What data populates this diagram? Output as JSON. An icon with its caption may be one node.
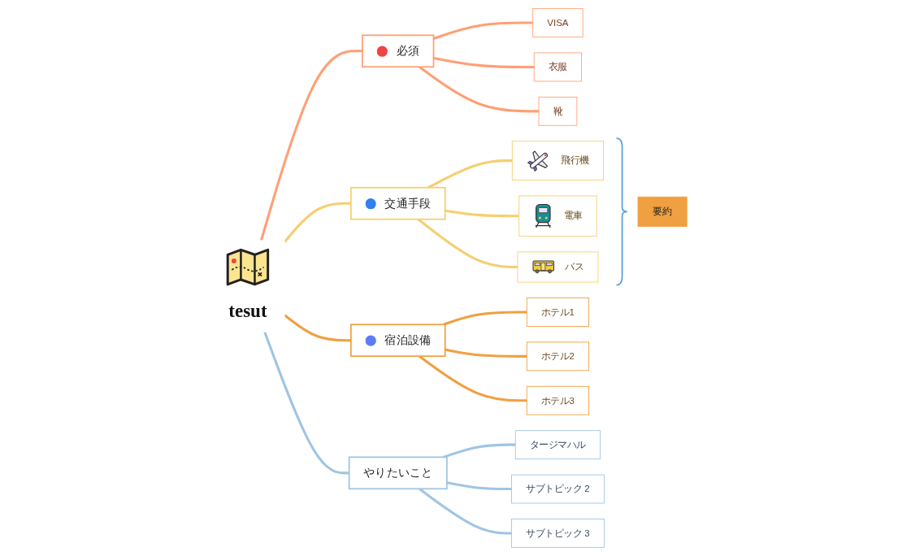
{
  "diagram": {
    "nodes": [
      {
        "text": [
          "tesut"
        ]
      },
      {
        "text": [
          "必須"
        ]
      },
      {
        "text": [
          "VISA"
        ]
      },
      {
        "text": [
          "衣服"
        ]
      },
      {
        "text": [
          "靴"
        ]
      },
      {
        "text": [
          "交通手段"
        ]
      },
      {
        "text": [
          "飛行機"
        ]
      },
      {
        "text": [
          "電車"
        ]
      },
      {
        "text": [
          "バス"
        ]
      },
      {
        "text": [
          "要約"
        ]
      },
      {
        "text": [
          "宿泊設備"
        ]
      },
      {
        "text": [
          "ホテル1"
        ]
      },
      {
        "text": [
          "ホテル2"
        ]
      },
      {
        "text": [
          "ホテル3"
        ]
      },
      {
        "text": [
          "やりたいこと"
        ]
      },
      {
        "text": [
          "タージマハル"
        ]
      },
      {
        "text": [
          "サブトピック 2"
        ]
      },
      {
        "text": [
          "サブトピック 3"
        ]
      }
    ],
    "edges": [
      {
        "from": 0,
        "to": 1,
        "arrow": "none",
        "color": "#ff9f74"
      },
      {
        "from": 1,
        "to": 2,
        "arrow": "none",
        "color": "#ff9f74"
      },
      {
        "from": 1,
        "to": 3,
        "arrow": "none",
        "color": "#ff9f74"
      },
      {
        "from": 1,
        "to": 4,
        "arrow": "none",
        "color": "#ff9f74"
      },
      {
        "from": 0,
        "to": 5,
        "arrow": "none",
        "color": "#f5cf70"
      },
      {
        "from": 5,
        "to": 6,
        "arrow": "none",
        "color": "#f5cf70"
      },
      {
        "from": 5,
        "to": 7,
        "arrow": "none",
        "color": "#f5cf70"
      },
      {
        "from": 5,
        "to": 8,
        "arrow": "none",
        "color": "#f5cf70"
      },
      {
        "from": 0,
        "to": 10,
        "arrow": "none",
        "color": "#f0a040"
      },
      {
        "from": 10,
        "to": 11,
        "arrow": "none",
        "color": "#f0a040"
      },
      {
        "from": 10,
        "to": 12,
        "arrow": "none",
        "color": "#f0a040"
      },
      {
        "from": 10,
        "to": 13,
        "arrow": "none",
        "color": "#f0a040"
      },
      {
        "from": 0,
        "to": 14,
        "arrow": "none",
        "color": "#a0c4e4"
      },
      {
        "from": 14,
        "to": 15,
        "arrow": "none",
        "color": "#a0c4e4"
      },
      {
        "from": 14,
        "to": 16,
        "arrow": "none",
        "color": "#a0c4e4"
      },
      {
        "from": 14,
        "to": 17,
        "arrow": "none",
        "color": "#a0c4e4"
      }
    ]
  }
}
